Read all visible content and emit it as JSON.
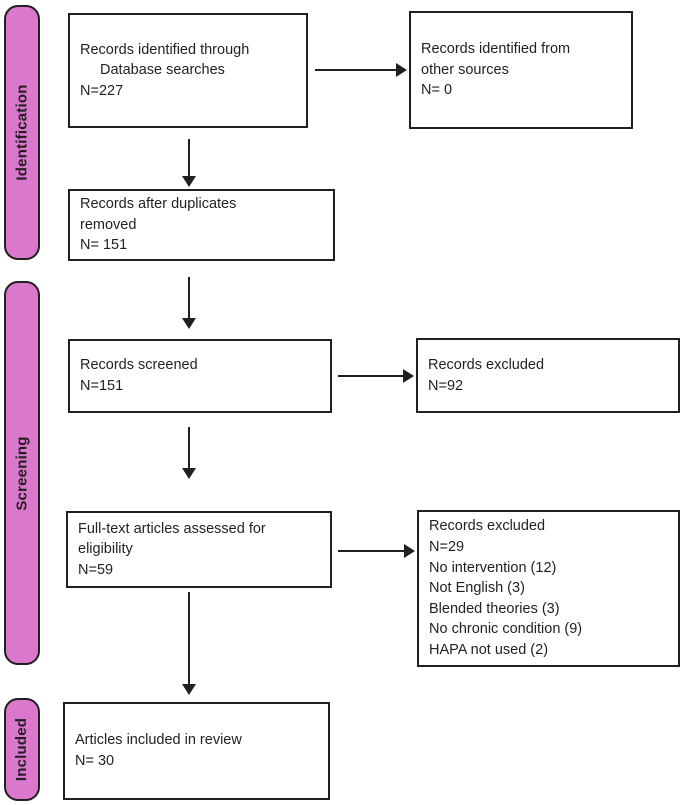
{
  "diagram": {
    "type": "prisma-flow-diagram",
    "accent_color": "#d978cc",
    "line_color": "#231f20",
    "background_color": "#ffffff"
  },
  "stages": [
    {
      "id": "identification",
      "label": "Identification"
    },
    {
      "id": "screening",
      "label": "Screening"
    },
    {
      "id": "included",
      "label": "Included"
    }
  ],
  "boxes": {
    "records_identified_database": {
      "lines": [
        "Records identified through",
        "Database searches",
        "N=227"
      ],
      "count": 227
    },
    "records_identified_other": {
      "lines": [
        "Records identified from",
        "other sources",
        "N= 0"
      ],
      "count": 0
    },
    "records_after_duplicates": {
      "lines": [
        "Records after duplicates",
        "removed",
        "N= 151"
      ],
      "count": 151
    },
    "records_screened": {
      "lines": [
        "Records screened",
        "N=151"
      ],
      "count": 151
    },
    "records_excluded_screening": {
      "lines": [
        "Records excluded",
        "N=92"
      ],
      "count": 92
    },
    "full_text_assessed": {
      "lines": [
        "Full-text articles assessed for",
        "eligibility",
        "N=59"
      ],
      "count": 59
    },
    "records_excluded_eligibility": {
      "lines": [
        "Records excluded",
        "N=29",
        "No intervention (12)",
        "Not English (3)",
        "Blended theories (3)",
        "No chronic condition (9)",
        "HAPA not used (2)"
      ],
      "count": 29,
      "reasons": [
        {
          "reason": "No intervention",
          "n": 12
        },
        {
          "reason": "Not English",
          "n": 3
        },
        {
          "reason": "Blended theories",
          "n": 3
        },
        {
          "reason": "No chronic condition",
          "n": 9
        },
        {
          "reason": "HAPA not used",
          "n": 2
        }
      ]
    },
    "articles_included": {
      "lines": [
        "Articles included in review",
        "N= 30"
      ],
      "count": 30
    }
  }
}
